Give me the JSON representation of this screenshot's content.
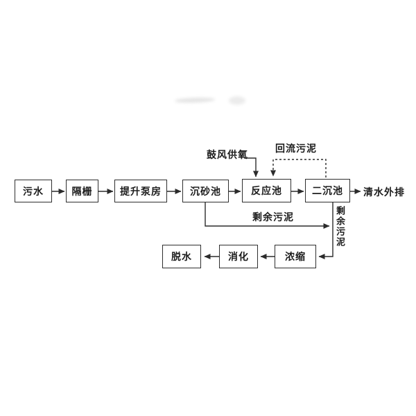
{
  "diagram": {
    "line_color": "#2b2b2b",
    "main_flow": {
      "nodes": [
        {
          "id": "sewage",
          "label": "污水"
        },
        {
          "id": "bar-screen",
          "label": "隔栅"
        },
        {
          "id": "lift-pump-station",
          "label": "提升泵房"
        },
        {
          "id": "grit-chamber",
          "label": "沉砂池"
        },
        {
          "id": "reaction-tank",
          "label": "反应池"
        },
        {
          "id": "secondary-clarifier",
          "label": "二沉池"
        }
      ],
      "outflow_label": "清水外排"
    },
    "annotations": {
      "blast_oxygen": "鼓风供氧",
      "return_sludge": "回流污泥",
      "excess_sludge_horizontal": "剩余污泥",
      "excess_sludge_vertical": "剩余污泥"
    },
    "sludge_flow": {
      "nodes": [
        {
          "id": "thickening",
          "label": "浓缩"
        },
        {
          "id": "digestion",
          "label": "消化"
        },
        {
          "id": "dewatering",
          "label": "脱水"
        }
      ]
    }
  }
}
